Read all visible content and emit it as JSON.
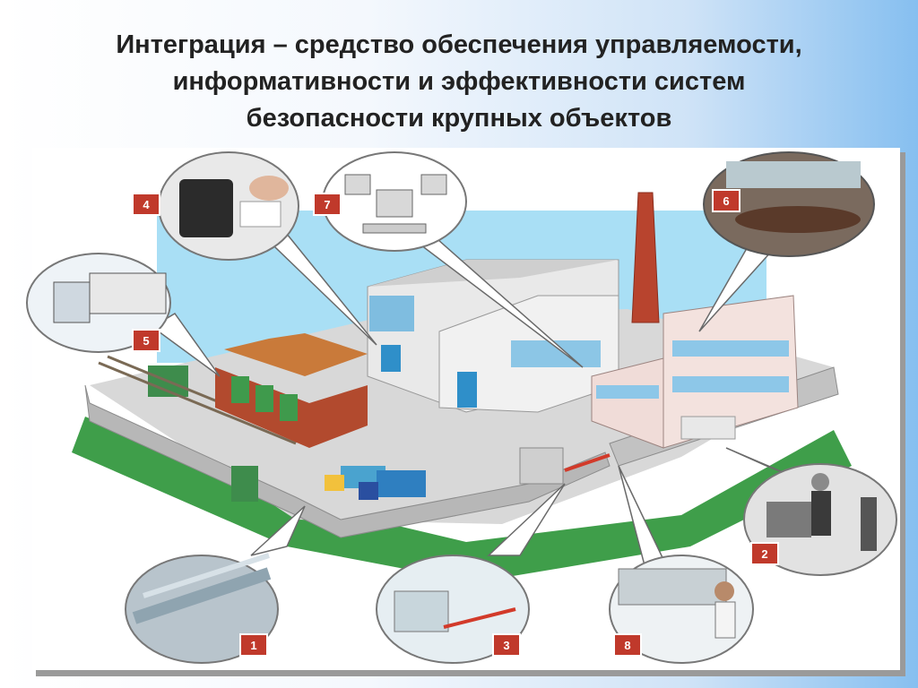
{
  "title": {
    "line1": "Интеграция – средство обеспечения управляемости,",
    "line2": "информативности и эффективности систем",
    "line3": "безопасности крупных объектов"
  },
  "callouts": [
    {
      "number": "1",
      "icon": "fence-closeup-icon"
    },
    {
      "number": "2",
      "icon": "turnstile-guard-icon"
    },
    {
      "number": "3",
      "icon": "barrier-gate-icon"
    },
    {
      "number": "4",
      "icon": "card-reader-icon"
    },
    {
      "number": "5",
      "icon": "truck-icon"
    },
    {
      "number": "6",
      "icon": "meeting-room-icon"
    },
    {
      "number": "7",
      "icon": "computer-workstations-icon"
    },
    {
      "number": "8",
      "icon": "control-room-operator-icon"
    }
  ],
  "colors": {
    "badge": "#c0392b",
    "grass": "#3f9e4a",
    "sky": "#9fd8f4",
    "brick": "#a83d2a",
    "wall": "#e6e6e6"
  }
}
